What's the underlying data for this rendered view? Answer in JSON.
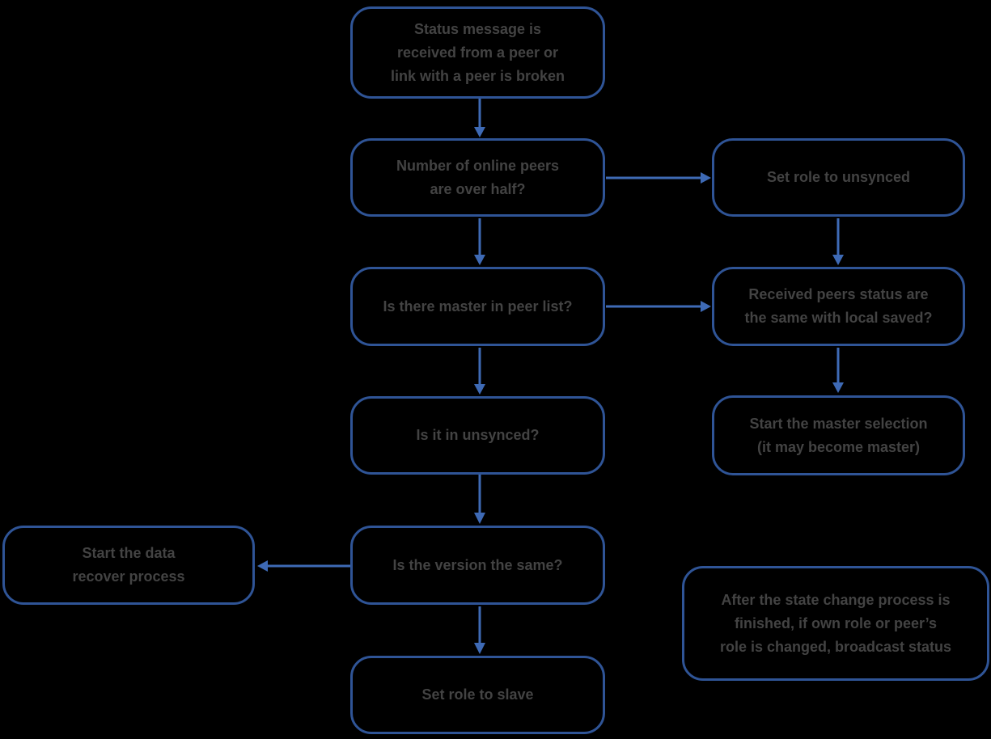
{
  "diagram": {
    "title": "Peer status / role state-change flowchart",
    "colors": {
      "background": "#000000",
      "node_border": "#2F5496",
      "node_fill": "#000000",
      "arrow": "#3E6AB5",
      "text": "#434343"
    },
    "nodes": {
      "status_message": {
        "text": "Status message is\nreceived from a peer or\nlink with a peer is broken"
      },
      "online_peers": {
        "text": "Number of online peers\nare over half?"
      },
      "set_role_unsynced": {
        "text": "Set role to unsynced"
      },
      "master_in_peer_list": {
        "text": "Is there master in peer list?"
      },
      "peers_status_same": {
        "text": "Received peers status are\nthe same with local saved?"
      },
      "is_in_unsynced": {
        "text": "Is it in unsynced?"
      },
      "master_selection": {
        "text": "Start the master selection\n(it may become master)"
      },
      "version_same": {
        "text": "Is the version the same?"
      },
      "data_recover": {
        "text": "Start the data\nrecover process"
      },
      "set_role_slave": {
        "text": "Set role to slave"
      },
      "broadcast_note": {
        "text": "After the state change process is\nfinished, if own role or peer’s\nrole is changed, broadcast status"
      }
    },
    "edges": [
      {
        "from": "status_message",
        "to": "online_peers",
        "direction": "down"
      },
      {
        "from": "online_peers",
        "to": "set_role_unsynced",
        "direction": "right"
      },
      {
        "from": "online_peers",
        "to": "master_in_peer_list",
        "direction": "down"
      },
      {
        "from": "set_role_unsynced",
        "to": "peers_status_same",
        "direction": "down"
      },
      {
        "from": "master_in_peer_list",
        "to": "peers_status_same",
        "direction": "right"
      },
      {
        "from": "master_in_peer_list",
        "to": "is_in_unsynced",
        "direction": "down"
      },
      {
        "from": "peers_status_same",
        "to": "master_selection",
        "direction": "down"
      },
      {
        "from": "is_in_unsynced",
        "to": "version_same",
        "direction": "down"
      },
      {
        "from": "version_same",
        "to": "data_recover",
        "direction": "left"
      },
      {
        "from": "version_same",
        "to": "set_role_slave",
        "direction": "down"
      }
    ]
  }
}
